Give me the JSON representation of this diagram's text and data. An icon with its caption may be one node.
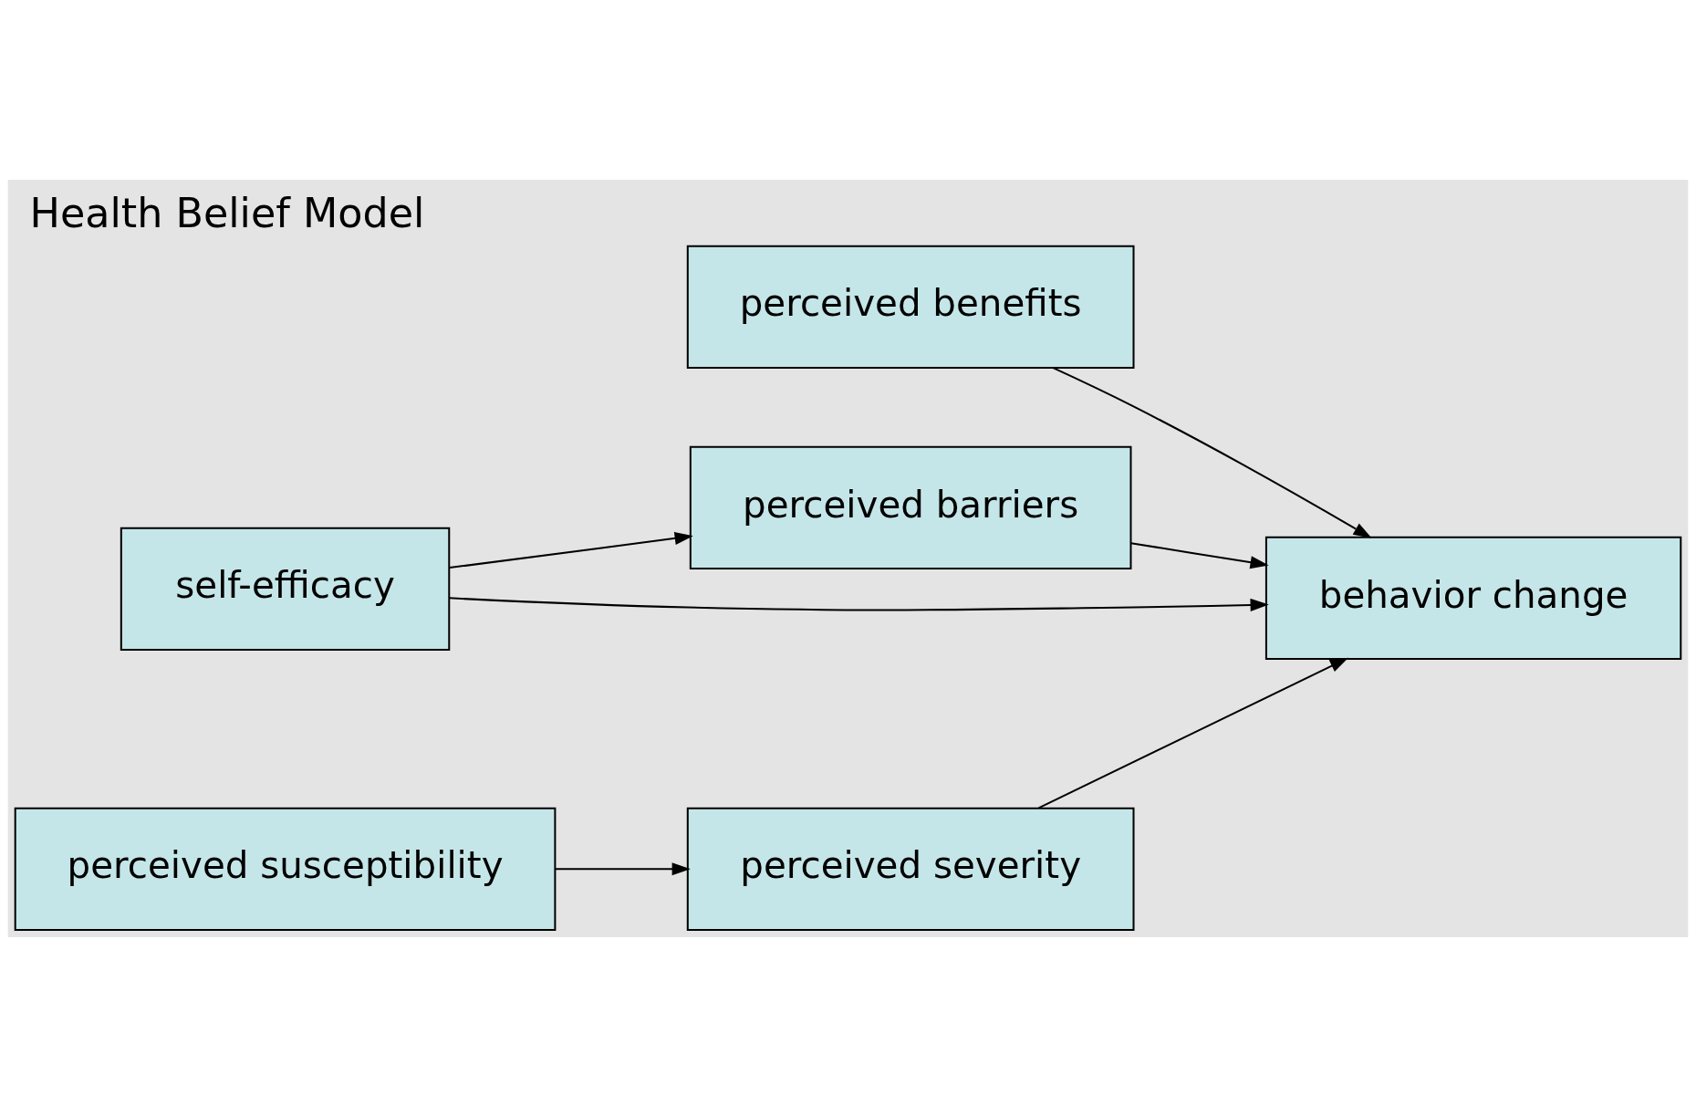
{
  "diagram": {
    "title": "Health Belief Model",
    "nodes": [
      {
        "text": [
          "perceived benefits"
        ]
      },
      {
        "text": [
          "perceived barriers"
        ]
      },
      {
        "text": [
          "perceived susceptibility"
        ]
      },
      {
        "text": [
          "perceived severity"
        ]
      },
      {
        "text": [
          "behavior change"
        ]
      },
      {
        "text": [
          "self-efficacy"
        ]
      }
    ],
    "edges": [
      {
        "from": 2,
        "to": 3,
        "arrow": "to"
      },
      {
        "from": 3,
        "to": 4,
        "arrow": "to"
      },
      {
        "from": 0,
        "to": 4,
        "arrow": "to"
      },
      {
        "from": 1,
        "to": 4,
        "arrow": "to"
      },
      {
        "from": 5,
        "to": 4,
        "arrow": "to"
      },
      {
        "from": 5,
        "to": 1,
        "arrow": "to"
      }
    ]
  }
}
